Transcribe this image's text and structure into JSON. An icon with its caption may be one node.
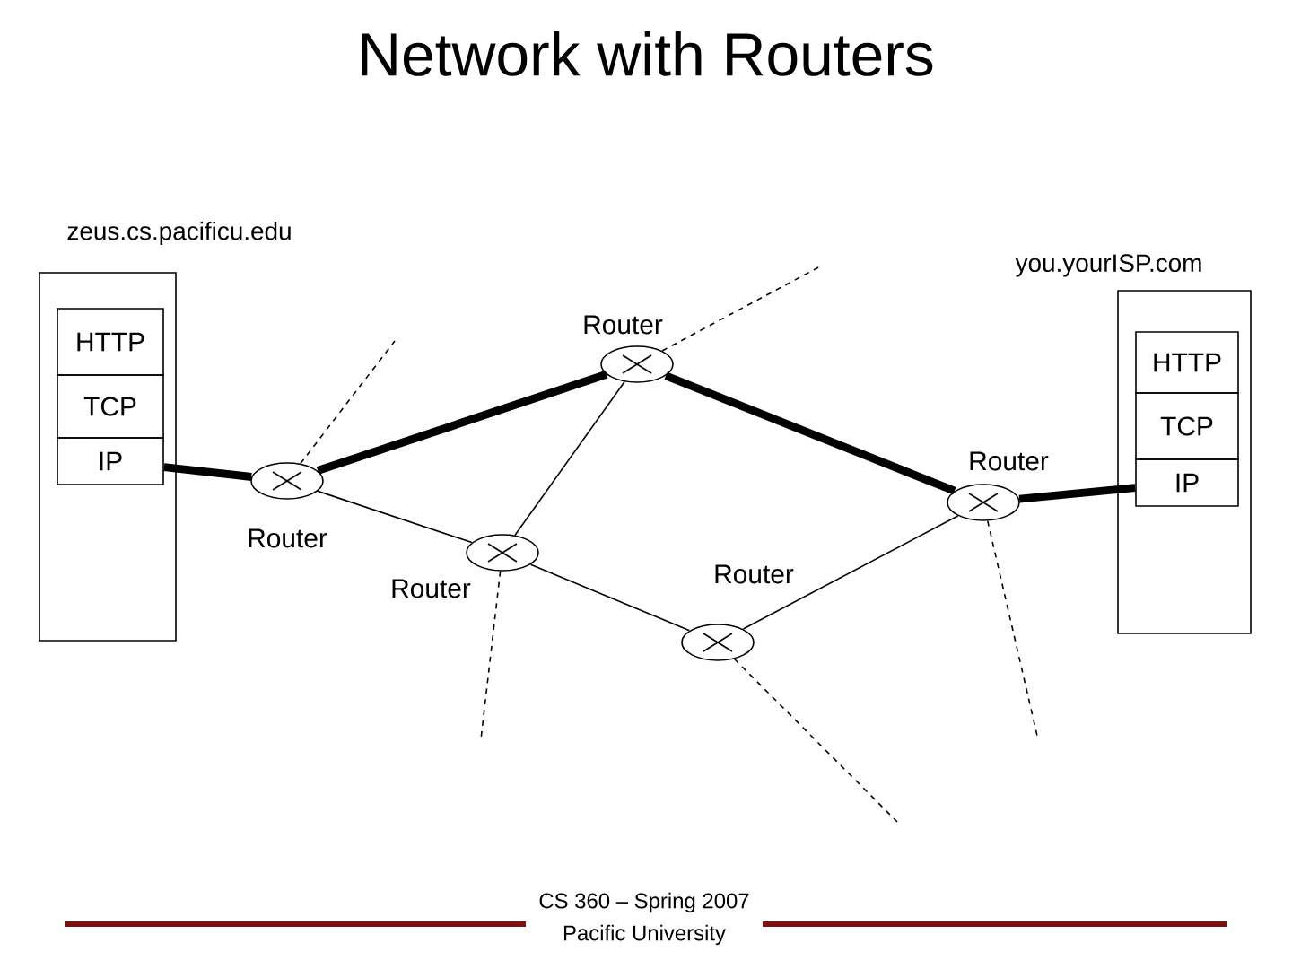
{
  "diagram": {
    "title": "Network with Routers",
    "nodes": [
      {
        "text": [
          "zeus.cs.pacificu.edu"
        ]
      },
      {
        "text": [
          "HTTP"
        ],
        "in": 0
      },
      {
        "text": [
          "TCP"
        ],
        "in": 0
      },
      {
        "text": [
          "IP"
        ],
        "in": 0
      },
      {
        "text": [
          "you.yourISP.com"
        ]
      },
      {
        "text": [
          "HTTP"
        ],
        "in": 4
      },
      {
        "text": [
          "TCP"
        ],
        "in": 4
      },
      {
        "text": [
          "IP"
        ],
        "in": 4
      },
      {
        "text": [
          "Router"
        ]
      },
      {
        "text": [
          "Router"
        ]
      },
      {
        "text": [
          "Router"
        ]
      },
      {
        "text": [
          "Router"
        ]
      },
      {
        "text": [
          "Router"
        ]
      }
    ],
    "edges": [
      {
        "from": 3,
        "to": 8,
        "arrow": "none",
        "style": "thick"
      },
      {
        "from": 8,
        "to": 9,
        "arrow": "none",
        "style": "thick"
      },
      {
        "from": 9,
        "to": 10,
        "arrow": "none",
        "style": "thick"
      },
      {
        "from": 10,
        "to": 7,
        "arrow": "none",
        "style": "thick"
      },
      {
        "from": 8,
        "to": 11,
        "arrow": "none"
      },
      {
        "from": 11,
        "to": 9,
        "arrow": "none"
      },
      {
        "from": 11,
        "to": 12,
        "arrow": "none"
      },
      {
        "from": 12,
        "to": 10,
        "arrow": "none"
      },
      {
        "from": 8,
        "to": null,
        "arrow": "none",
        "style": "dashed"
      },
      {
        "from": 9,
        "to": null,
        "arrow": "none",
        "style": "dashed"
      },
      {
        "from": 10,
        "to": null,
        "arrow": "none",
        "style": "dashed"
      },
      {
        "from": 11,
        "to": null,
        "arrow": "none",
        "style": "dashed"
      },
      {
        "from": 12,
        "to": null,
        "arrow": "none",
        "style": "dashed"
      }
    ],
    "labels": [
      "CS 360 – Spring 2007",
      "Pacific University"
    ]
  }
}
